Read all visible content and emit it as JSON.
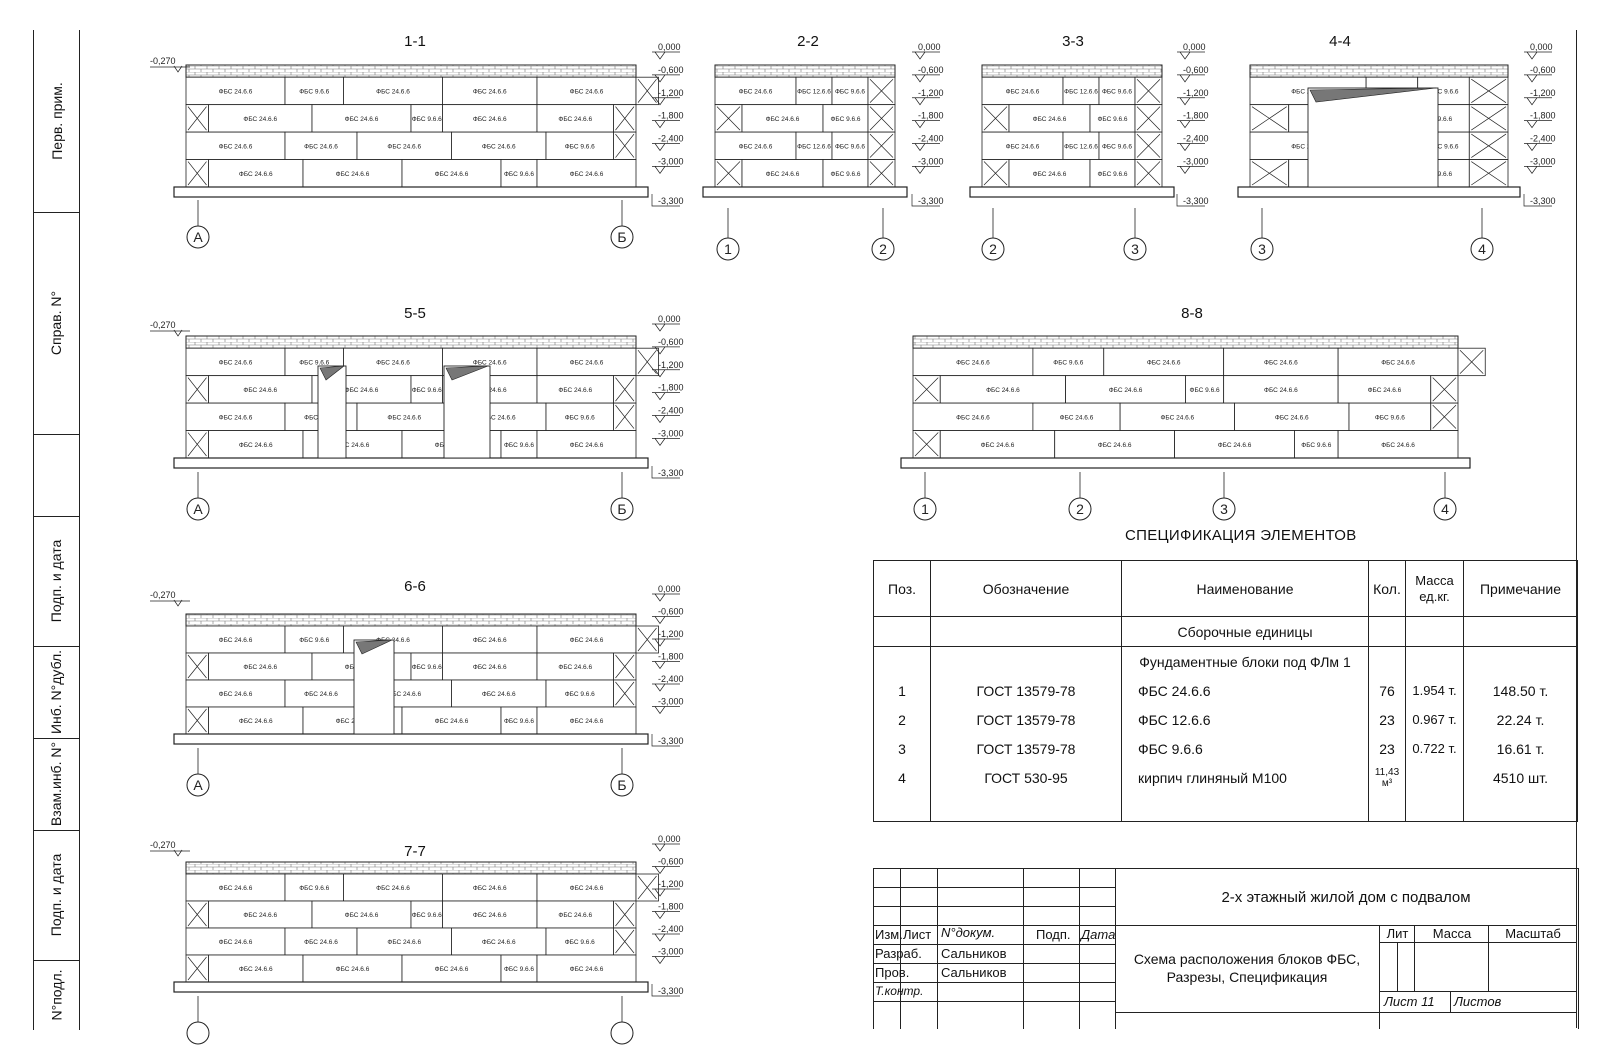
{
  "stamp": {
    "perv_prim": "Перв. прим.",
    "sprav": "Справ. N°",
    "podp_data_1": "Подп. и дата",
    "inv_dubl": "Инб. N°дубл.",
    "vzam": "Взам.инб. N°",
    "podp_data_2": "Подп. и дата",
    "inv_podl": "N°подл."
  },
  "sections": {
    "s11": {
      "title": "1-1",
      "axes": [
        "А",
        "Б"
      ]
    },
    "s22": {
      "title": "2-2",
      "axes": [
        "1",
        "2"
      ]
    },
    "s33": {
      "title": "3-3",
      "axes": [
        "2",
        "3"
      ]
    },
    "s44": {
      "title": "4-4",
      "axes": [
        "3",
        "4"
      ]
    },
    "s55": {
      "title": "5-5",
      "axes": [
        "А",
        "Б"
      ]
    },
    "s66": {
      "title": "6-6",
      "axes": [
        "А",
        "Б"
      ]
    },
    "s77": {
      "title": "7-7",
      "axes": [
        "",
        ""
      ]
    },
    "s88": {
      "title": "8-8",
      "axes": [
        "1",
        "2",
        "3",
        "4"
      ]
    }
  },
  "levels": {
    "top": "-0,270",
    "marks": [
      "0,000",
      "-0,600",
      "-1,200",
      "-1,800",
      "-2,400",
      "-3,000"
    ],
    "bottom": "-3,300"
  },
  "block_labels": {
    "b24": "ФБС 24.6.6",
    "b12": "ФБС 12.6.6",
    "b96": "ФБС 9.6.6"
  },
  "spec": {
    "title": "СПЕЦИФИКАЦИЯ ЭЛЕМЕНТОВ",
    "headers": {
      "pos": "Поз.",
      "oboz": "Обозначение",
      "naim": "Наименование",
      "kol": "Кол.",
      "massa": "Масса ед.кг.",
      "prim": "Примечание"
    },
    "group1": "Сборочные единицы",
    "group2": "Фундаментные блоки под ФЛм 1",
    "rows": [
      {
        "pos": "1",
        "oboz": "ГОСТ 13579-78",
        "naim": "ФБС 24.6.6",
        "kol": "76",
        "massa": "1.954 т.",
        "prim": "148.50 т."
      },
      {
        "pos": "2",
        "oboz": "ГОСТ 13579-78",
        "naim": "ФБС 12.6.6",
        "kol": "23",
        "massa": "0.967 т.",
        "prim": "22.24 т."
      },
      {
        "pos": "3",
        "oboz": "ГОСТ 13579-78",
        "naim": "ФБС 9.6.6",
        "kol": "23",
        "massa": "0.722 т.",
        "prim": "16.61 т."
      },
      {
        "pos": "4",
        "oboz": "ГОСТ 530-95",
        "naim": "кирпич глиняный М100",
        "kol": "11,43 м³",
        "massa": "",
        "prim": "4510 шт."
      }
    ]
  },
  "title_block": {
    "project": "2-х этажный жилой дом с подвалом",
    "sheet_title_1": "Схема расположения блоков ФБС,",
    "sheet_title_2": "Разрезы, Спецификация",
    "izm": "Изм.",
    "list": "Лист",
    "ndokum": "N°докум.",
    "podp": "Подп.",
    "data": "Дата",
    "razrab": "Разраб.",
    "razrab_name": "Сальников",
    "prov": "Пров.",
    "prov_name": "Сальников",
    "tkontr": "Т.контр.",
    "lit": "Лит",
    "massa": "Масса",
    "masshtab": "Масштаб",
    "list_num": "Лист 11",
    "listov": "Листов"
  }
}
